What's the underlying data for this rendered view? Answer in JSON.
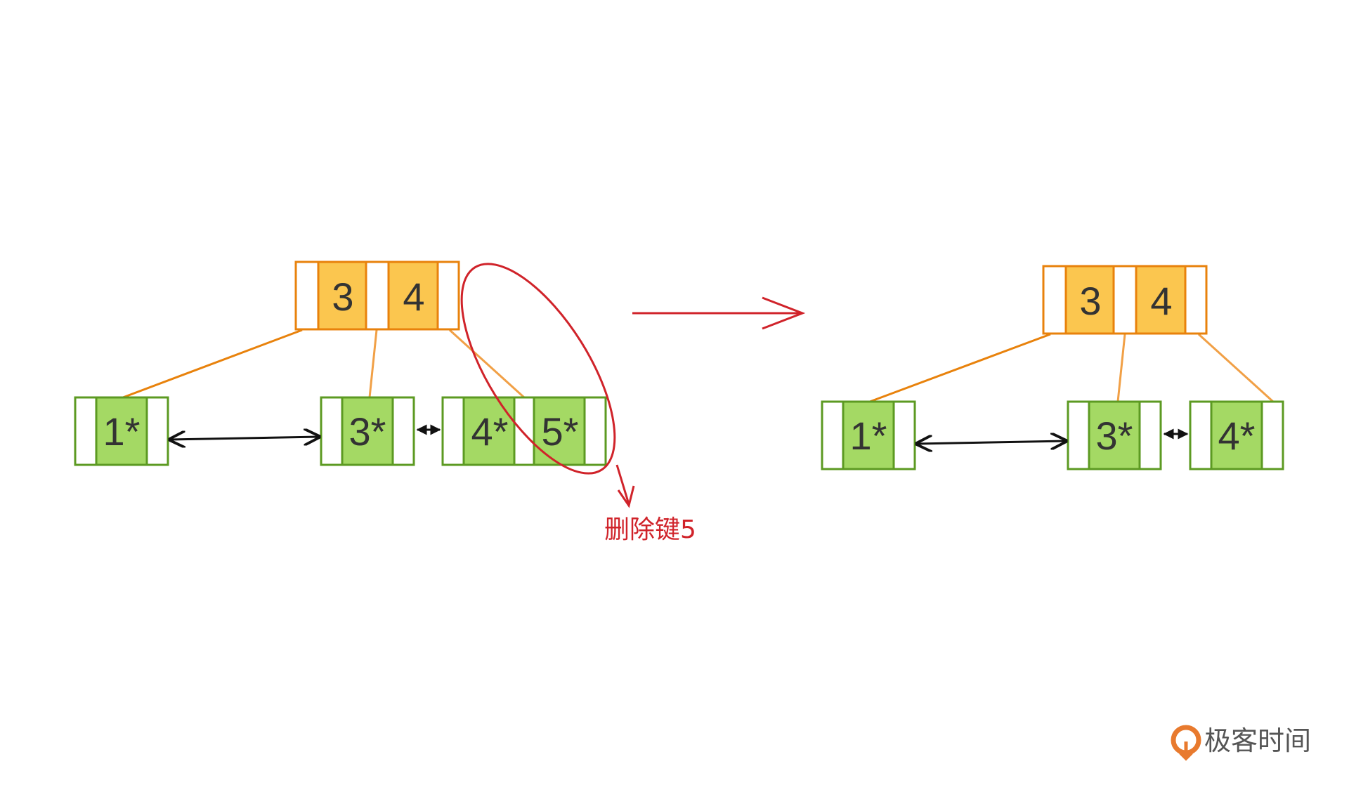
{
  "colors": {
    "internal_border": "#e8820c",
    "internal_fill": "#fbc64f",
    "leaf_border": "#5c9a22",
    "leaf_fill": "#a4d964",
    "edge_dark": "#e8820c",
    "edge_light": "#f1a046",
    "annotation": "#d0232a",
    "arrow": "#111111",
    "logo_icon": "#e87a2e"
  },
  "before_tree": {
    "internal_keys": [
      "3",
      "4"
    ],
    "leaves": [
      "1*",
      "3*",
      "4*",
      "5*"
    ]
  },
  "after_tree": {
    "internal_keys": [
      "3",
      "4"
    ],
    "leaves": [
      "1*",
      "3*",
      "4*"
    ]
  },
  "annotation": {
    "label": "删除键5"
  },
  "logo": {
    "text": "极客时间",
    "icon": "geektime-logo-icon"
  }
}
